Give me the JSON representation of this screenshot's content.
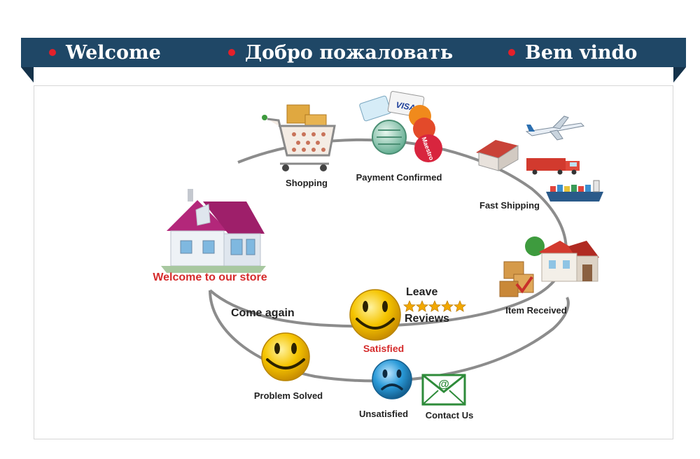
{
  "banner": {
    "items": [
      "Welcome",
      "Добро пожаловать",
      "Bem vindo"
    ],
    "bg_color": "#1f4766",
    "bullet_color": "#e3202a"
  },
  "diagram": {
    "steps": {
      "shopping": "Shopping",
      "payment": "Payment Confirmed",
      "shipping": "Fast Shipping",
      "received": "Item Received",
      "welcome": "Welcome to our store",
      "leave": "Leave",
      "reviews": "Reviews",
      "satisfied": "Satisfied",
      "come_again": "Come again",
      "problem_solved": "Problem Solved",
      "unsatisfied": "Unsatisfied",
      "contact": "Contact Us"
    },
    "card_labels": [
      "VISA",
      "Maestro"
    ],
    "stars": 5,
    "accent_red": "#d52b2b",
    "smiley_yellow": "#f5c400",
    "sad_blue": "#2a9ad8",
    "mail_green": "#2e8b3a"
  }
}
